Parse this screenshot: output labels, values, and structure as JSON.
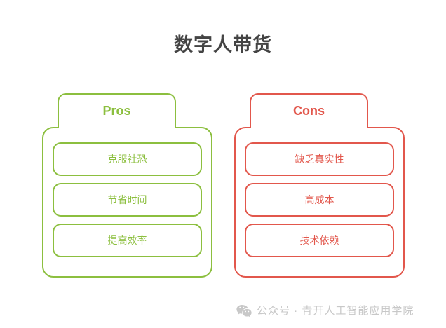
{
  "title": "数字人带货",
  "colors": {
    "pros_accent": "#8CBF3F",
    "cons_accent": "#E2574C",
    "title": "#444444",
    "watermark": "#C8C8C8",
    "background": "#FFFFFF"
  },
  "columns": [
    {
      "key": "pros",
      "header": "Pros",
      "items": [
        {
          "label": "克服社恐"
        },
        {
          "label": "节省时间"
        },
        {
          "label": "提高效率"
        }
      ]
    },
    {
      "key": "cons",
      "header": "Cons",
      "items": [
        {
          "label": "缺乏真实性"
        },
        {
          "label": "高成本"
        },
        {
          "label": "技术依赖"
        }
      ]
    }
  ],
  "footer": {
    "icon": "wechat-icon",
    "text": "公众号 · 青开人工智能应用学院"
  }
}
